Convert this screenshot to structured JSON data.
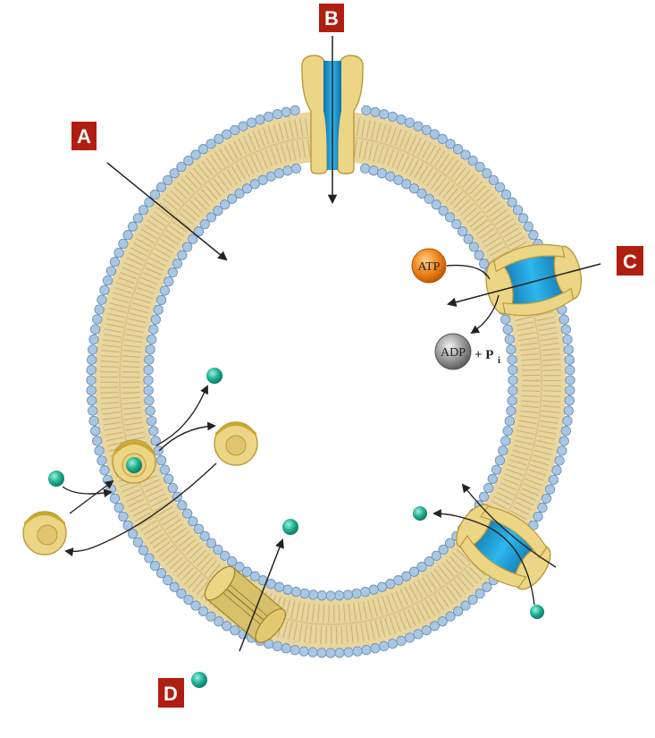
{
  "labels": {
    "a": "A",
    "b": "B",
    "c": "C",
    "d": "D"
  },
  "pump": {
    "atp": "ATP",
    "adp": "ADP",
    "plus_p": "+ P",
    "sub_i": "i"
  },
  "colors": {
    "label_bg": "#b01e10",
    "label_text": "#ffffff",
    "lipid_tail": "#e6d39a",
    "lipid_head": "#a9c6e2",
    "lipid_head_stroke": "#6f93b8",
    "protein": "#ecd585",
    "protein_stroke": "#b99a3c",
    "channel": "#1f9fd8",
    "solute": "#1fa88e",
    "atp": "#ee7b16",
    "adp": "#8b8b8b"
  }
}
